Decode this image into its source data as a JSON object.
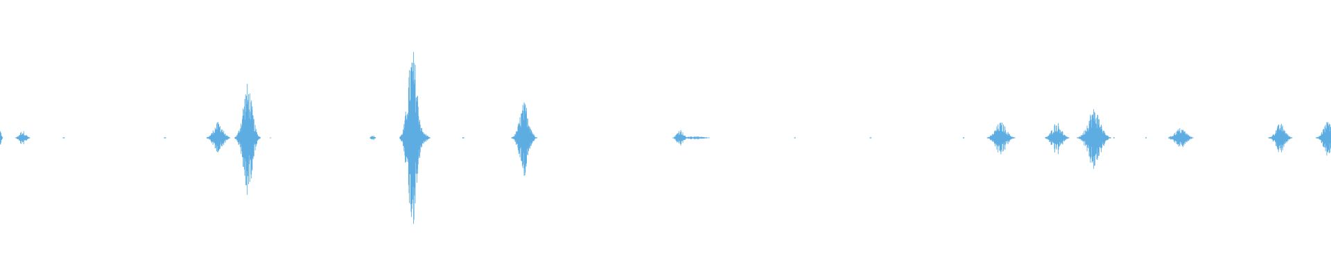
{
  "waveform": {
    "color": "#5dade2",
    "background": "#ffffff",
    "duration_fraction_note": "",
    "bursts": [
      {
        "t": 0.0,
        "amp": 0.06,
        "w": 0.0015
      },
      {
        "t": 0.017,
        "amp": 0.05,
        "w": 0.004
      },
      {
        "t": 0.048,
        "amp": 0.005,
        "w": 0.001
      },
      {
        "t": 0.124,
        "amp": 0.005,
        "w": 0.001
      },
      {
        "t": 0.164,
        "amp": 0.11,
        "w": 0.006
      },
      {
        "t": 0.186,
        "amp": 0.38,
        "w": 0.006
      },
      {
        "t": 0.203,
        "amp": 0.005,
        "w": 0.001
      },
      {
        "t": 0.28,
        "amp": 0.02,
        "w": 0.002
      },
      {
        "t": 0.31,
        "amp": 0.62,
        "w": 0.006
      },
      {
        "t": 0.318,
        "amp": 0.04,
        "w": 0.004
      },
      {
        "t": 0.348,
        "amp": 0.005,
        "w": 0.001
      },
      {
        "t": 0.394,
        "amp": 0.25,
        "w": 0.006
      },
      {
        "t": 0.511,
        "amp": 0.06,
        "w": 0.004
      },
      {
        "t": 0.522,
        "amp": 0.01,
        "w": 0.012
      },
      {
        "t": 0.597,
        "amp": 0.005,
        "w": 0.001
      },
      {
        "t": 0.654,
        "amp": 0.005,
        "w": 0.001
      },
      {
        "t": 0.724,
        "amp": 0.005,
        "w": 0.001
      },
      {
        "t": 0.752,
        "amp": 0.11,
        "w": 0.007
      },
      {
        "t": 0.794,
        "amp": 0.11,
        "w": 0.006
      },
      {
        "t": 0.822,
        "amp": 0.21,
        "w": 0.008
      },
      {
        "t": 0.837,
        "amp": 0.005,
        "w": 0.001
      },
      {
        "t": 0.861,
        "amp": 0.005,
        "w": 0.001
      },
      {
        "t": 0.887,
        "amp": 0.07,
        "w": 0.007
      },
      {
        "t": 0.962,
        "amp": 0.1,
        "w": 0.006
      },
      {
        "t": 0.998,
        "amp": 0.12,
        "w": 0.006
      }
    ]
  }
}
